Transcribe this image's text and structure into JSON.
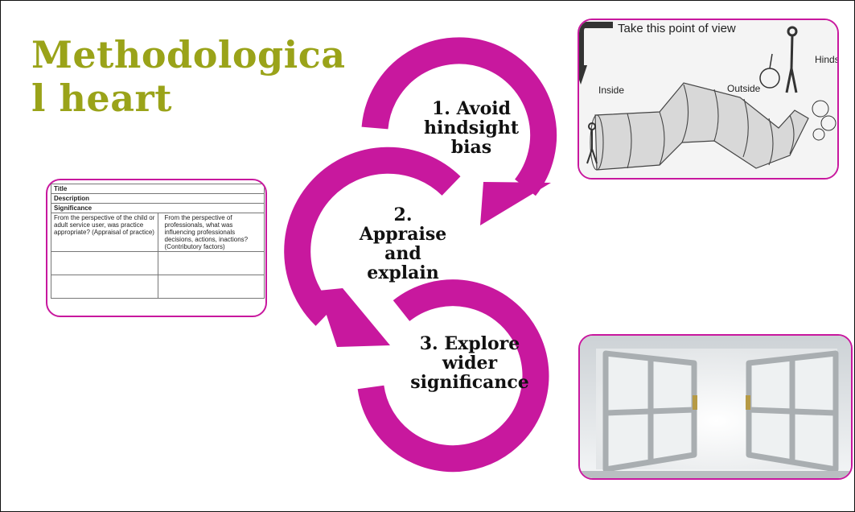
{
  "title": {
    "line1": "Methodologica",
    "line2": "l heart"
  },
  "steps": [
    {
      "lines": [
        "1. Avoid",
        "hindsight",
        "bias"
      ]
    },
    {
      "lines": [
        "2.",
        "Appraise",
        "and",
        "explain"
      ]
    },
    {
      "lines": [
        "3. Explore",
        "wider",
        "significance"
      ]
    }
  ],
  "template_form": {
    "rows": [
      "Title",
      "Description",
      "Significance"
    ],
    "col1": "From the perspective of the child or adult service user, was practice appropriate? (Appraisal of practice)",
    "col2": "From the perspective of professionals, what was influencing professionals decisions, actions, inactions? (Contributory factors)"
  },
  "sketch": {
    "caption": "Take this point of view",
    "inside": "Inside",
    "outside": "Outside",
    "hindsight": "Hinds"
  },
  "colors": {
    "accent": "#c8189e",
    "title": "#9aa319"
  }
}
